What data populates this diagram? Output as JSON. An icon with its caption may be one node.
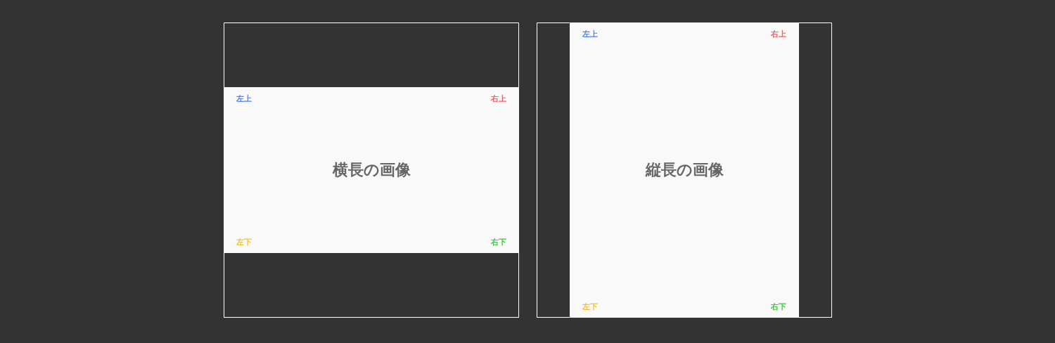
{
  "diagram": {
    "nodes": [
      {
        "text": [],
        "shape": "box"
      },
      {
        "text": [
          "左上",
          "右上",
          "横長の画像",
          "左下",
          "右下"
        ],
        "in": 0
      },
      {
        "text": [],
        "shape": "box"
      },
      {
        "text": [
          "左上",
          "右上",
          "縦長の画像",
          "左下",
          "右下"
        ],
        "in": 2
      }
    ]
  }
}
